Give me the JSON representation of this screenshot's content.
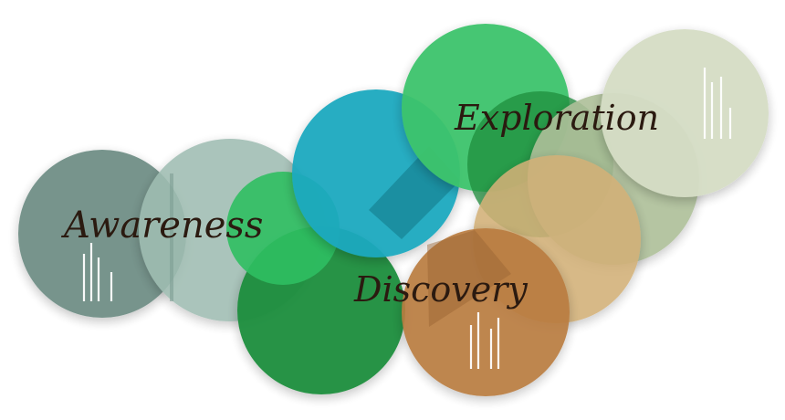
{
  "labels": {
    "awareness": "Awareness",
    "discovery": "Discovery",
    "exploration": "Exploration"
  },
  "colors": {
    "label": "#2b1a10",
    "awareness_dark": "#6f8f86",
    "awareness_light": "#9fbdb2",
    "forest_green": "#1f8e3c",
    "bright_green": "#2fbf62",
    "teal": "#1aa9bf",
    "exploration_green": "#3ec46c",
    "sage": "#aebf99",
    "sage_light": "#d5ddc5",
    "tan": "#d2b077",
    "copper": "#b97b40",
    "bar_marks": "#ffffff"
  },
  "icons": {
    "bars_mark": "bar-cluster-icon"
  }
}
